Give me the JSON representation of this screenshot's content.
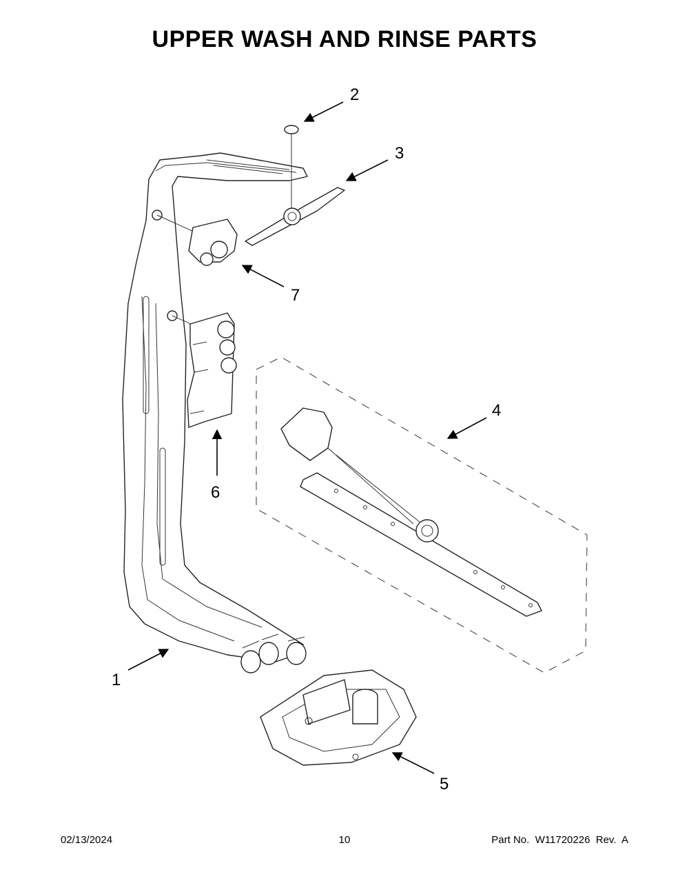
{
  "title": "UPPER WASH AND RINSE PARTS",
  "callouts": [
    {
      "id": "1",
      "label": "1"
    },
    {
      "id": "2",
      "label": "2"
    },
    {
      "id": "3",
      "label": "3"
    },
    {
      "id": "4",
      "label": "4"
    },
    {
      "id": "5",
      "label": "5"
    },
    {
      "id": "6",
      "label": "6"
    },
    {
      "id": "7",
      "label": "7"
    }
  ],
  "footer": {
    "date": "02/13/2024",
    "page": "10",
    "part_no": "Part No.  W11720226  Rev.  A"
  }
}
